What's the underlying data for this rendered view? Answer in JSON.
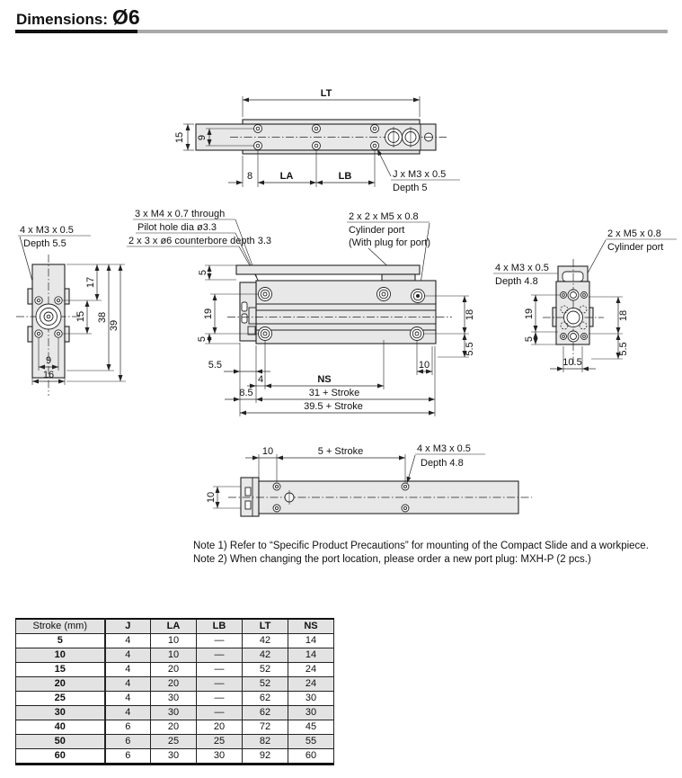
{
  "page": {
    "title": "Dimensions:",
    "diameter": "Ø6"
  },
  "top_view": {
    "dim_lt": "LT",
    "dim_15": "15",
    "dim_9": "9",
    "dim_8": "8",
    "dim_la": "LA",
    "dim_lb": "LB",
    "thread_j": "J",
    "thread_rest": "x M3 x 0.5",
    "thread_depth": "Depth 5"
  },
  "left_view": {
    "thread": "4 x M3 x 0.5",
    "thread_depth": "Depth 5.5",
    "dim_17": "17",
    "dim_38": "38",
    "dim_39": "39",
    "dim_15": "15",
    "dim_9": "9",
    "dim_16": "16"
  },
  "side_view": {
    "mount_1": "3 x M4 x 0.7 through",
    "mount_2": "Pilot hole dia ø3.3",
    "mount_3": "2 x 3 x ø6 counterbore depth 3.3",
    "port_1": "2 x 2 x M5 x 0.8",
    "port_2": "Cylinder port",
    "port_3": "(With plug for port)",
    "dim_5_top": "5",
    "dim_19": "19",
    "dim_5_bot": "5",
    "dim_18": "18",
    "dim_55_right": "5.5",
    "dim_55_left": "5.5",
    "dim_4": "4",
    "dim_ns": "NS",
    "dim_10": "10",
    "dim_85": "8.5",
    "dim_31s": "31 + Stroke",
    "dim_395s": "39.5 + Stroke"
  },
  "right_view": {
    "port_1": "2 x M5 x 0.8",
    "port_2": "Cylinder port",
    "thread": "4 x M3 x 0.5",
    "thread_depth": "Depth 4.8",
    "dim_19": "19",
    "dim_5": "5",
    "dim_18": "18",
    "dim_55": "5.5",
    "dim_105": "10.5"
  },
  "bottom_view": {
    "dim_10_top": "10",
    "dim_5s": "5 + Stroke",
    "thread": "4 x M3 x 0.5",
    "thread_depth": "Depth 4.8",
    "dim_10_left": "10"
  },
  "notes": {
    "note1": "Note 1) Refer to “Specific Product Precautions” for mounting of the Compact Slide and a workpiece.",
    "note2": "Note 2) When changing the port location, please order a new port plug: MXH-P (2 pcs.)"
  },
  "table": {
    "headers": [
      "Stroke (mm)",
      "J",
      "LA",
      "LB",
      "LT",
      "NS"
    ],
    "rows": [
      [
        "5",
        "4",
        "10",
        "—",
        "42",
        "14"
      ],
      [
        "10",
        "4",
        "10",
        "—",
        "42",
        "14"
      ],
      [
        "15",
        "4",
        "20",
        "—",
        "52",
        "24"
      ],
      [
        "20",
        "4",
        "20",
        "—",
        "52",
        "24"
      ],
      [
        "25",
        "4",
        "30",
        "—",
        "62",
        "30"
      ],
      [
        "30",
        "4",
        "30",
        "—",
        "62",
        "30"
      ],
      [
        "40",
        "6",
        "20",
        "20",
        "72",
        "45"
      ],
      [
        "50",
        "6",
        "25",
        "25",
        "82",
        "55"
      ],
      [
        "60",
        "6",
        "30",
        "30",
        "92",
        "60"
      ]
    ]
  },
  "colors": {
    "body_fill": "#e8e8e8",
    "line": "#222222",
    "shade": "#e3e3e3",
    "bar_gray": "#a9a9a9"
  }
}
